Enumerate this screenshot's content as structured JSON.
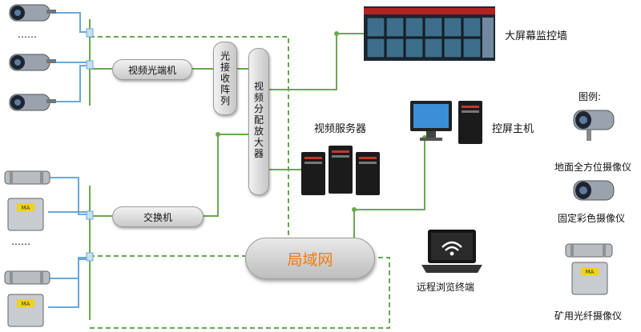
{
  "nodes": {
    "video_optical_transceiver": "视频光端机",
    "optical_receiver_array": "光接收阵列",
    "video_distribution_amplifier": "视频分配放大器",
    "switch": "交换机",
    "lan": "局域网",
    "video_servers": "视频服务器",
    "video_wall": "大屏幕监控墙",
    "control_host": "控屏主机",
    "remote_terminal": "远程浏览终端"
  },
  "ellipsis_top": "……",
  "ellipsis_bottom": "……",
  "legend": {
    "title": "图例:",
    "items": [
      "地面全方位摄像仪",
      "固定彩色摄像仪",
      "矿用光纤摄像仪"
    ]
  },
  "ma_badge": "MA",
  "colors": {
    "line_green": "#6aa84f",
    "line_blue": "#6aa8d8",
    "lan_text": "#f07a0c"
  },
  "icons": [
    "camera-icon",
    "mining-camera-icon",
    "junction-box-icon",
    "server-icon",
    "monitor-icon",
    "laptop-icon",
    "wifi-icon",
    "video-wall-icon"
  ]
}
